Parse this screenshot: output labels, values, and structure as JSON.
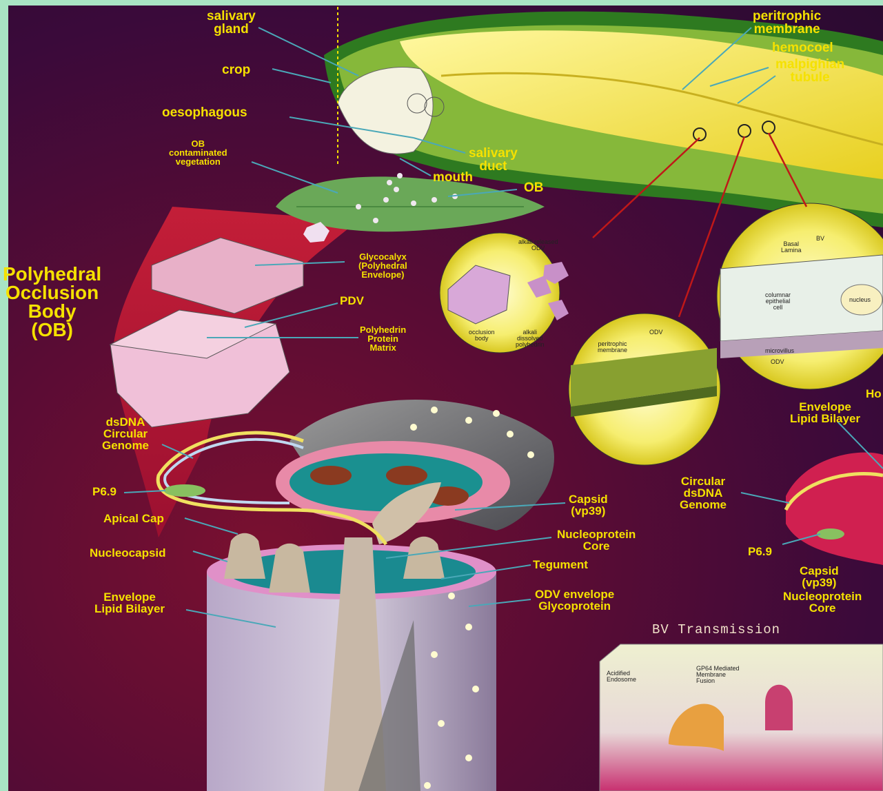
{
  "labels": {
    "salivary_gland": "salivary\ngland",
    "crop": "crop",
    "oesophagous": "oesophagous",
    "ob_contaminated": "OB\ncontaminated\nvegetation",
    "salivary_duct": "salivary\nduct",
    "mouth": "mouth",
    "ob": "OB",
    "peritrophic_membrane": "peritrophic\nmembrane",
    "hemocoel": "hemocoel",
    "malpighian_tubule": "malpighian\ntubule",
    "polyhedral_title": "Polyhedral\nOcclusion\nBody\n(OB)",
    "glycocalyx": "Glycocalyx\n(Polyhedral\nEnvelope)",
    "pdv": "PDV",
    "polyhedrin_matrix": "Polyhedrin\nProtein\nMatrix",
    "dsdna_circular_genome": "dsDNA\nCircular\nGenome",
    "p69_left": "P6.9",
    "apical_cap": "Apical Cap",
    "nucleocapsid": "Nucleocapsid",
    "envelope_lipid_left": "Envelope\nLipid Bilayer",
    "capsid_left": "Capsid\n(vp39)",
    "nucleoprotein_core_left": "Nucleoprotein\nCore",
    "tegument": "Tegument",
    "odv_envelope": "ODV envelope\nGlycoprotein",
    "circular_dsdna": "Circular\ndsDNA\nGenome",
    "p69_right": "P6.9",
    "capsid_right": "Capsid\n(vp39)",
    "nucleoprotein_core_right": "Nucleoprotein\nCore",
    "envelope_lipid_right": "Envelope\nLipid Bilayer",
    "ho": "Ho",
    "bv_transmission": "BV Transmission",
    "alkali_released": "alkali released\nODV",
    "occlusion_body": "occlusion\nbody",
    "alkali_dissolved": "alkali\ndissolved\npolyhedrin",
    "peritrophic_small": "peritrophic\nmembrane",
    "odv_small_1": "ODV",
    "bv_small": "BV",
    "basal_lamina": "Basal\nLamina",
    "columnar_cell": "columnar\nepithelial\ncell",
    "nucleus": "nucleus",
    "microvillus": "microvillus",
    "odv_small_2": "ODV",
    "acidified_endosome": "Acidified\nEndosome",
    "gp64_fusion": "GP64 Mediated\nMembrane\nFusion"
  },
  "colors": {
    "label": "#f5e100",
    "background": "#4a0c36",
    "border": "#a9e4c4",
    "leader": "#4aa8b8"
  }
}
